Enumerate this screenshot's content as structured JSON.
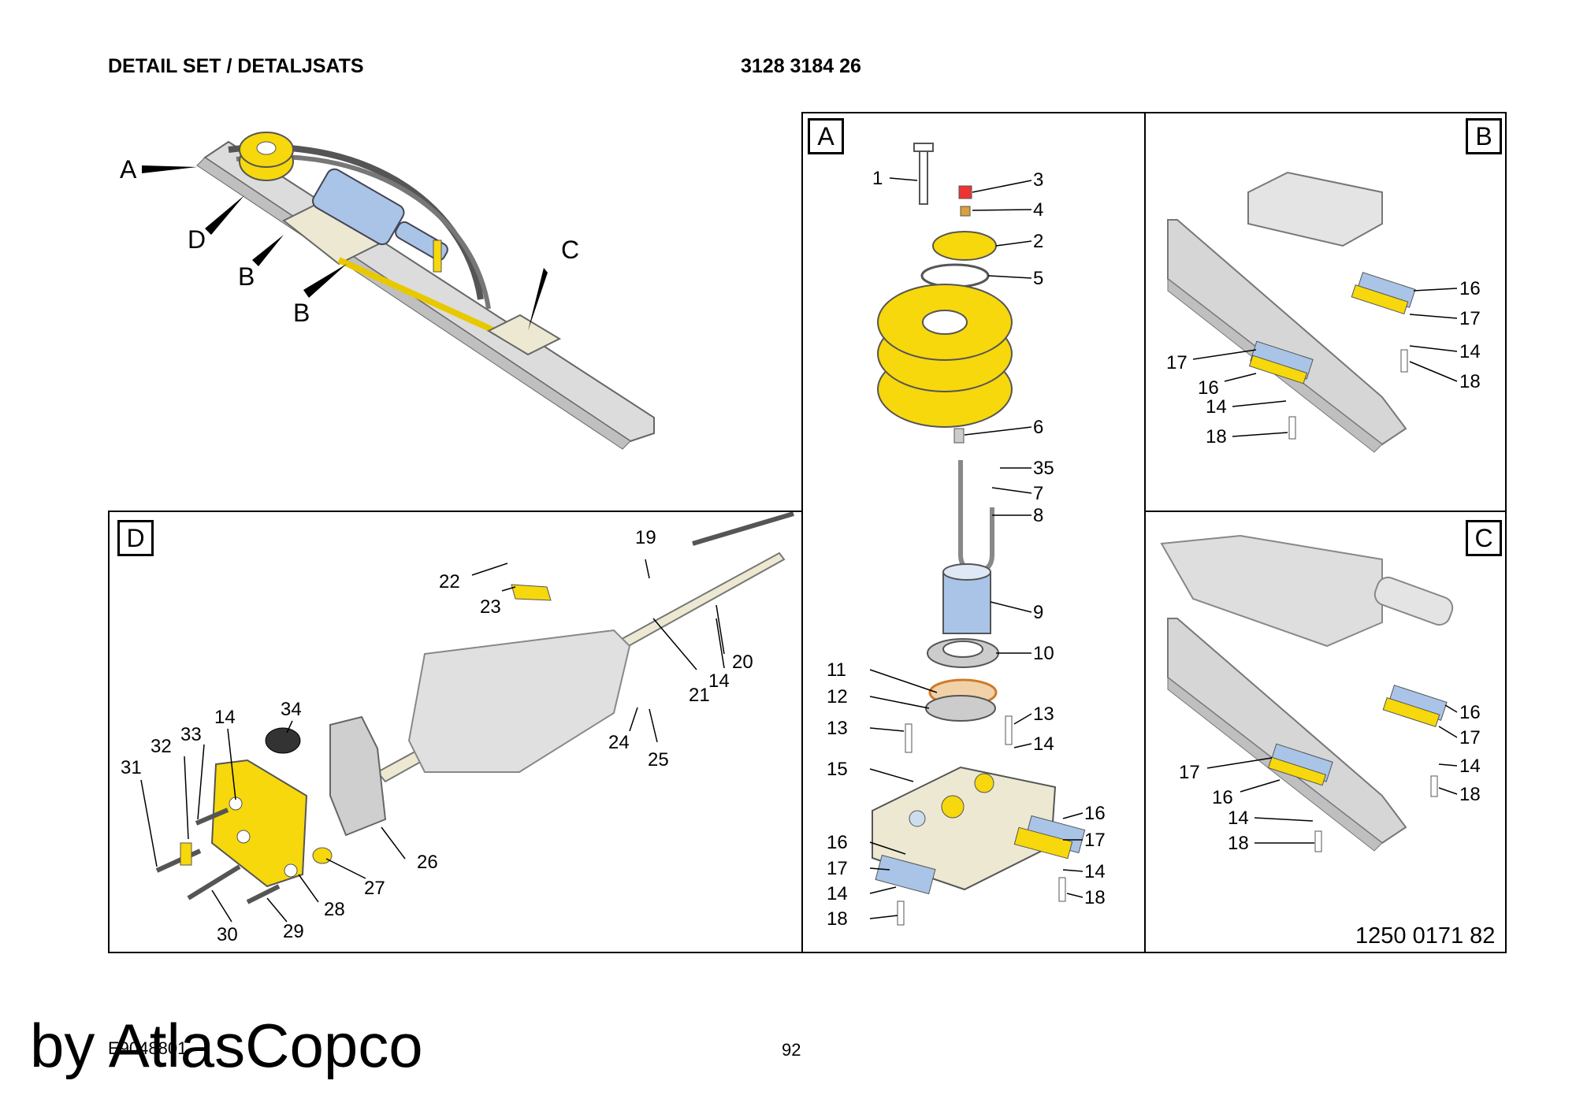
{
  "header": {
    "title": "DETAIL SET / DETALJSATS",
    "part_number": "3128 3184 26"
  },
  "overview": {
    "labels": [
      "A",
      "D",
      "B",
      "B",
      "C"
    ]
  },
  "panel_A": {
    "label": "A",
    "callouts": [
      "1",
      "3",
      "4",
      "2",
      "5",
      "6",
      "35",
      "7",
      "8",
      "9",
      "10",
      "11",
      "12",
      "13",
      "13",
      "14",
      "15",
      "16",
      "17",
      "16",
      "17",
      "14",
      "14",
      "18",
      "18"
    ]
  },
  "panel_B": {
    "label": "B",
    "callouts": [
      "16",
      "17",
      "14",
      "18",
      "17",
      "16",
      "14",
      "18"
    ]
  },
  "panel_C": {
    "label": "C",
    "callouts": [
      "16",
      "17",
      "14",
      "18",
      "17",
      "16",
      "14",
      "18"
    ],
    "doc_number": "1250 0171 82"
  },
  "panel_D": {
    "label": "D",
    "callouts": [
      "19",
      "22",
      "23",
      "20",
      "14",
      "21",
      "24",
      "25",
      "34",
      "14",
      "33",
      "32",
      "31",
      "26",
      "27",
      "28",
      "30",
      "29"
    ]
  },
  "footer": {
    "code": "E9048801",
    "watermark": "by AtlasCopco",
    "page": "92"
  },
  "colors": {
    "part_yellow": "#f6d80c",
    "part_blue": "#a9c4e6",
    "part_grey": "#d6d6d6",
    "part_beige": "#ece8d2"
  }
}
